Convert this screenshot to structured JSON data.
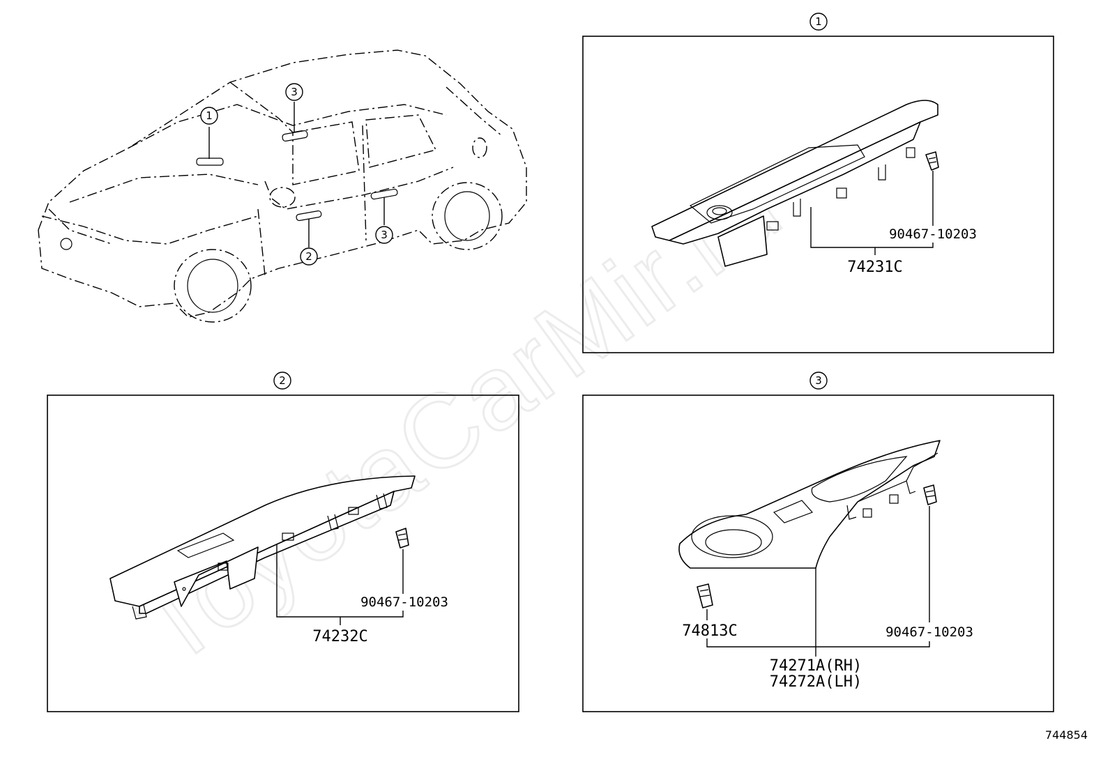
{
  "watermark": "ToyotaCarMir.ru",
  "document_number": "744854",
  "vehicle_callouts": [
    "1",
    "3",
    "2",
    "3"
  ],
  "panels": [
    {
      "ref": "1",
      "parts": [
        {
          "number": "90467-10203"
        },
        {
          "number": "74231C"
        }
      ]
    },
    {
      "ref": "2",
      "parts": [
        {
          "number": "90467-10203"
        },
        {
          "number": "74232C"
        }
      ]
    },
    {
      "ref": "3",
      "parts": [
        {
          "number": "74813C"
        },
        {
          "number": "90467-10203"
        },
        {
          "number": "74271A(RH)"
        },
        {
          "number": "74272A(LH)"
        }
      ]
    }
  ]
}
